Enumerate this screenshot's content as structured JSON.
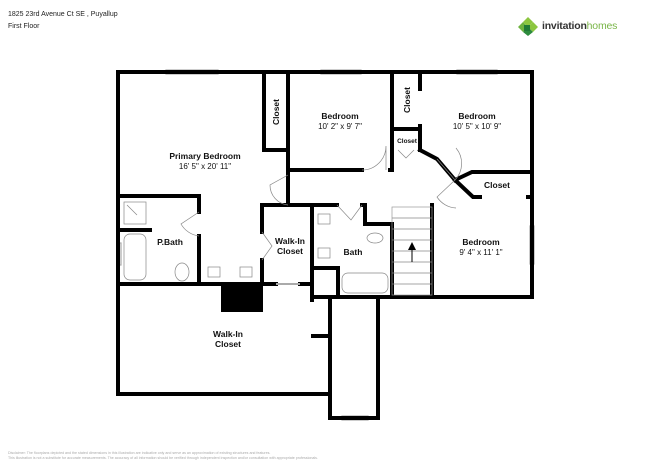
{
  "header": {
    "address": "1825 23rd Avenue Ct SE , Puyallup",
    "floor": "First Floor"
  },
  "logo": {
    "brand_part1": "invitation",
    "brand_part2": "homes",
    "colors": {
      "dark": "#333333",
      "green": "#7ab648",
      "dark_green": "#2e8b3e"
    }
  },
  "rooms": {
    "primary_bedroom": {
      "name": "Primary Bedroom",
      "dims": "16' 5\" x 20' 11\""
    },
    "bedroom_1": {
      "name": "Bedroom",
      "dims": "10' 2\" x 9' 7\""
    },
    "bedroom_2": {
      "name": "Bedroom",
      "dims": "10' 5\" x 10' 9\""
    },
    "bedroom_3": {
      "name": "Bedroom",
      "dims": "9' 4\" x 11' 1\""
    },
    "closet_1": {
      "name": "Closet"
    },
    "closet_2": {
      "name": "Closet"
    },
    "closet_3": {
      "name": "Closet"
    },
    "closet_4": {
      "name": "Closet"
    },
    "p_bath": {
      "name": "P.Bath"
    },
    "bath": {
      "name": "Bath"
    },
    "walkin_small": {
      "line1": "Walk-In",
      "line2": "Closet"
    },
    "walkin_large": {
      "line1": "Walk-In",
      "line2": "Closet"
    }
  },
  "disclaimer": {
    "line1": "Disclaimer: The floorplans depicted and the stated dimensions in this illustration are indicative only and serve as an approximation of existing structures and features.",
    "line2": "This illustration is not a substitute for accurate measurements. The accuracy of all information should be verified through independent inspection and/or consultation with appropriate professionals."
  }
}
